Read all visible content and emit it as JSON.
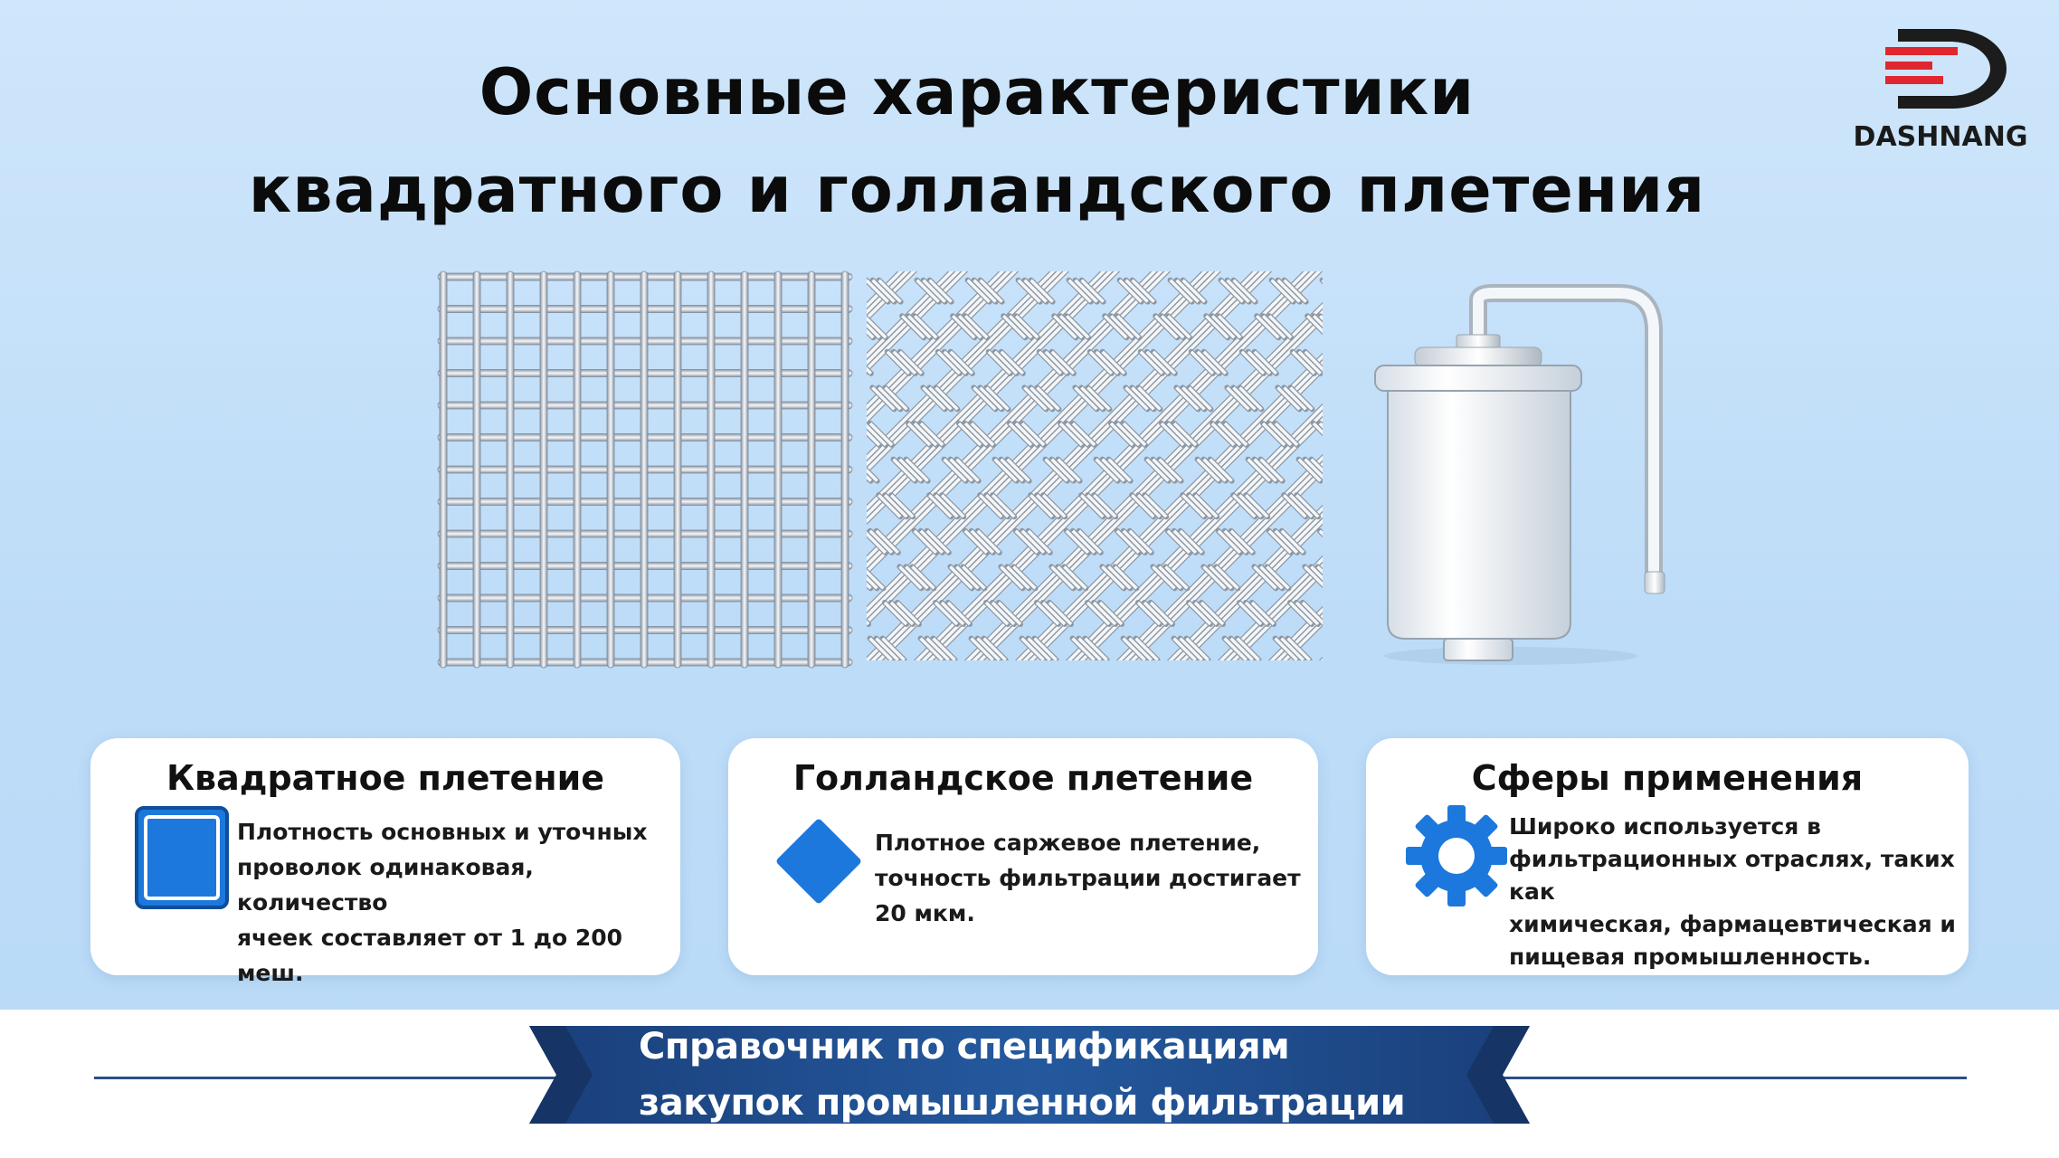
{
  "header": {
    "title_line1": "Основные характеристики",
    "title_line2": "квадратного и голландского плетения"
  },
  "logo": {
    "text": "DASHNANG",
    "icon": "dashnang-logo-icon",
    "colors": {
      "accent": "#e0272f",
      "dark": "#1c1c1c"
    }
  },
  "illustrations": [
    {
      "name": "square-weave-mesh",
      "icon": "square-mesh-image"
    },
    {
      "name": "dutch-weave-mesh",
      "icon": "diagonal-mesh-image"
    },
    {
      "name": "water-filter",
      "icon": "filter-cartridge-image"
    }
  ],
  "cards": [
    {
      "title": "Квадратное плетение",
      "icon": "blue-square-icon",
      "lines": [
        "Плотность основных и уточных",
        "проволок одинаковая, количество",
        "ячеек составляет от 1 до 200 меш."
      ]
    },
    {
      "title": "Голландское плетение",
      "icon": "blue-diamond-icon",
      "lines": [
        "Плотное саржевое плетение,",
        "точность фильтрации достигает",
        "20 мкм."
      ]
    },
    {
      "title": "Сферы применения",
      "icon": "gear-icon",
      "lines": [
        "Широко используется в",
        "фильтрационных отраслях, таких как",
        "химическая, фармацевтическая и",
        "пищевая промышленность."
      ]
    }
  ],
  "banner": {
    "line1": "Справочник по спецификациям",
    "line2": "закупок промышленной фильтрации"
  },
  "colors": {
    "accent_blue": "#1c78dc",
    "banner_navy": "#1a3f7a",
    "background": "#c3e0f9"
  }
}
